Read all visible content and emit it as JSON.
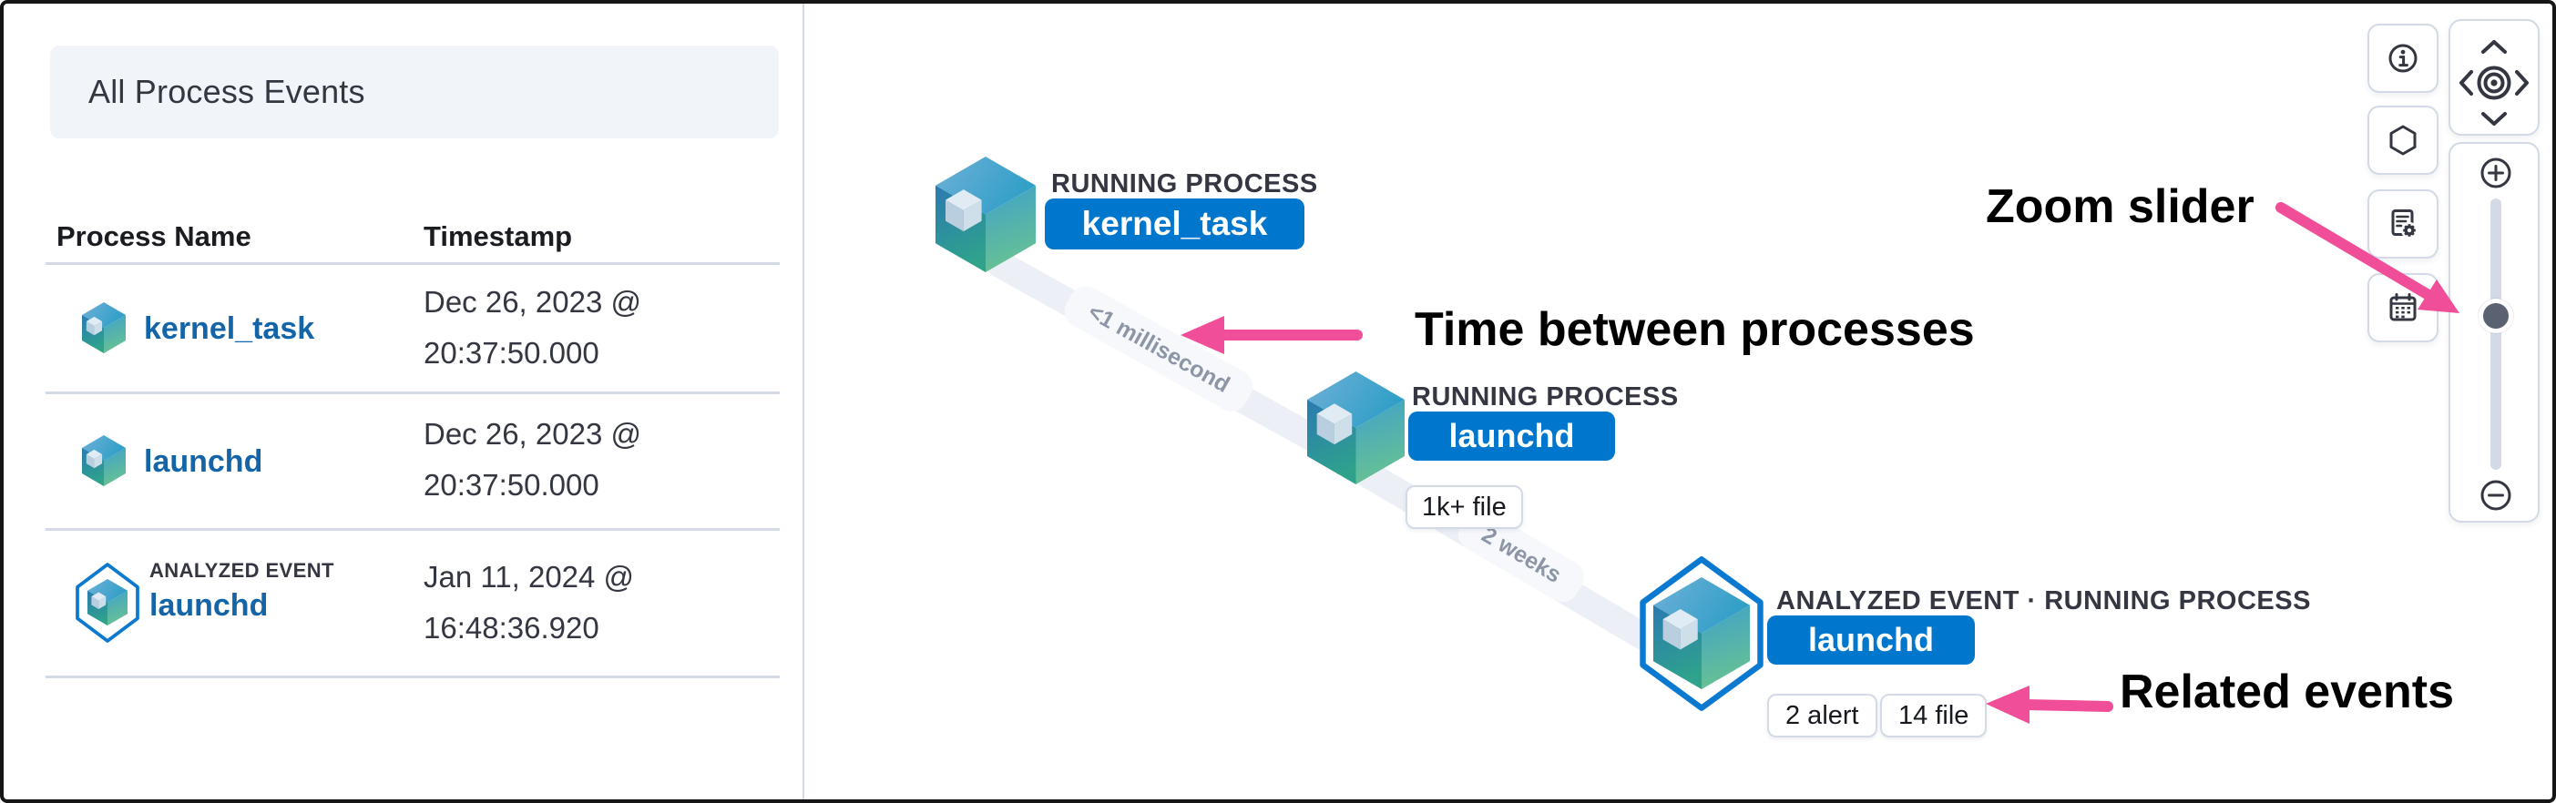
{
  "panel": {
    "title": "All Process Events",
    "columns": [
      "Process Name",
      "Timestamp"
    ],
    "rows": [
      {
        "name": "kernel_task",
        "timestamp1": "Dec 26, 2023 @",
        "timestamp2": "20:37:50.000"
      },
      {
        "name": "launchd",
        "timestamp1": "Dec 26, 2023 @",
        "timestamp2": "20:37:50.000"
      },
      {
        "badge": "ANALYZED EVENT",
        "name": "launchd",
        "timestamp1": "Jan 11, 2024 @",
        "timestamp2": "16:48:36.920"
      }
    ]
  },
  "graph": {
    "nodes": [
      {
        "type": "RUNNING PROCESS",
        "name": "kernel_task",
        "counts": []
      },
      {
        "type": "RUNNING PROCESS",
        "name": "launchd",
        "counts": [
          "1k+ file"
        ]
      },
      {
        "type": "ANALYZED EVENT · RUNNING PROCESS",
        "name": "launchd",
        "counts": [
          "2 alert",
          "14 file"
        ]
      }
    ],
    "edges": [
      {
        "label": "<1 millisecond"
      },
      {
        "label": "2 weeks"
      }
    ]
  },
  "annotations": {
    "time_between_processes": "Time between processes",
    "zoom_slider": "Zoom slider",
    "related_events": "Related events"
  },
  "controls": {
    "side_buttons": [
      {
        "icon": "info-icon"
      },
      {
        "icon": "hexagon-icon"
      },
      {
        "icon": "schema-settings-icon"
      },
      {
        "icon": "calendar-icon"
      }
    ],
    "zoom_slider": {
      "thumb_position_pct": 43
    }
  },
  "colors": {
    "primary_blue": "#0077cc",
    "link_blue": "#1365a8",
    "accent_pink": "#f04e98",
    "border_gray": "#d3dae6",
    "text_dark": "#343741"
  }
}
